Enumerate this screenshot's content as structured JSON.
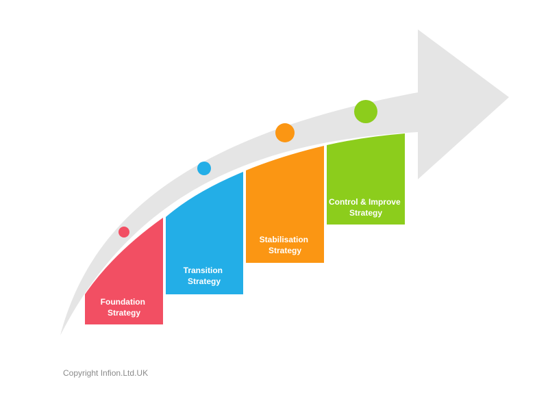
{
  "colors": {
    "arrow": "#e5e5e5",
    "background": "#ffffff",
    "label_text": "#ffffff",
    "copyright_text": "#8a8a8a"
  },
  "steps": [
    {
      "id": "foundation",
      "line1": "Foundation",
      "line2": "Strategy",
      "color": "#f24f63"
    },
    {
      "id": "transition",
      "line1": "Transition",
      "line2": "Strategy",
      "color": "#23aee7"
    },
    {
      "id": "stabilisation",
      "line1": "Stabilisation",
      "line2": "Strategy",
      "color": "#fb9613"
    },
    {
      "id": "control-improve",
      "line1": "Control & Improve",
      "line2": "Strategy",
      "color": "#8ccd1c"
    }
  ],
  "footer": {
    "copyright": "Copyright Infion.Ltd.UK"
  }
}
